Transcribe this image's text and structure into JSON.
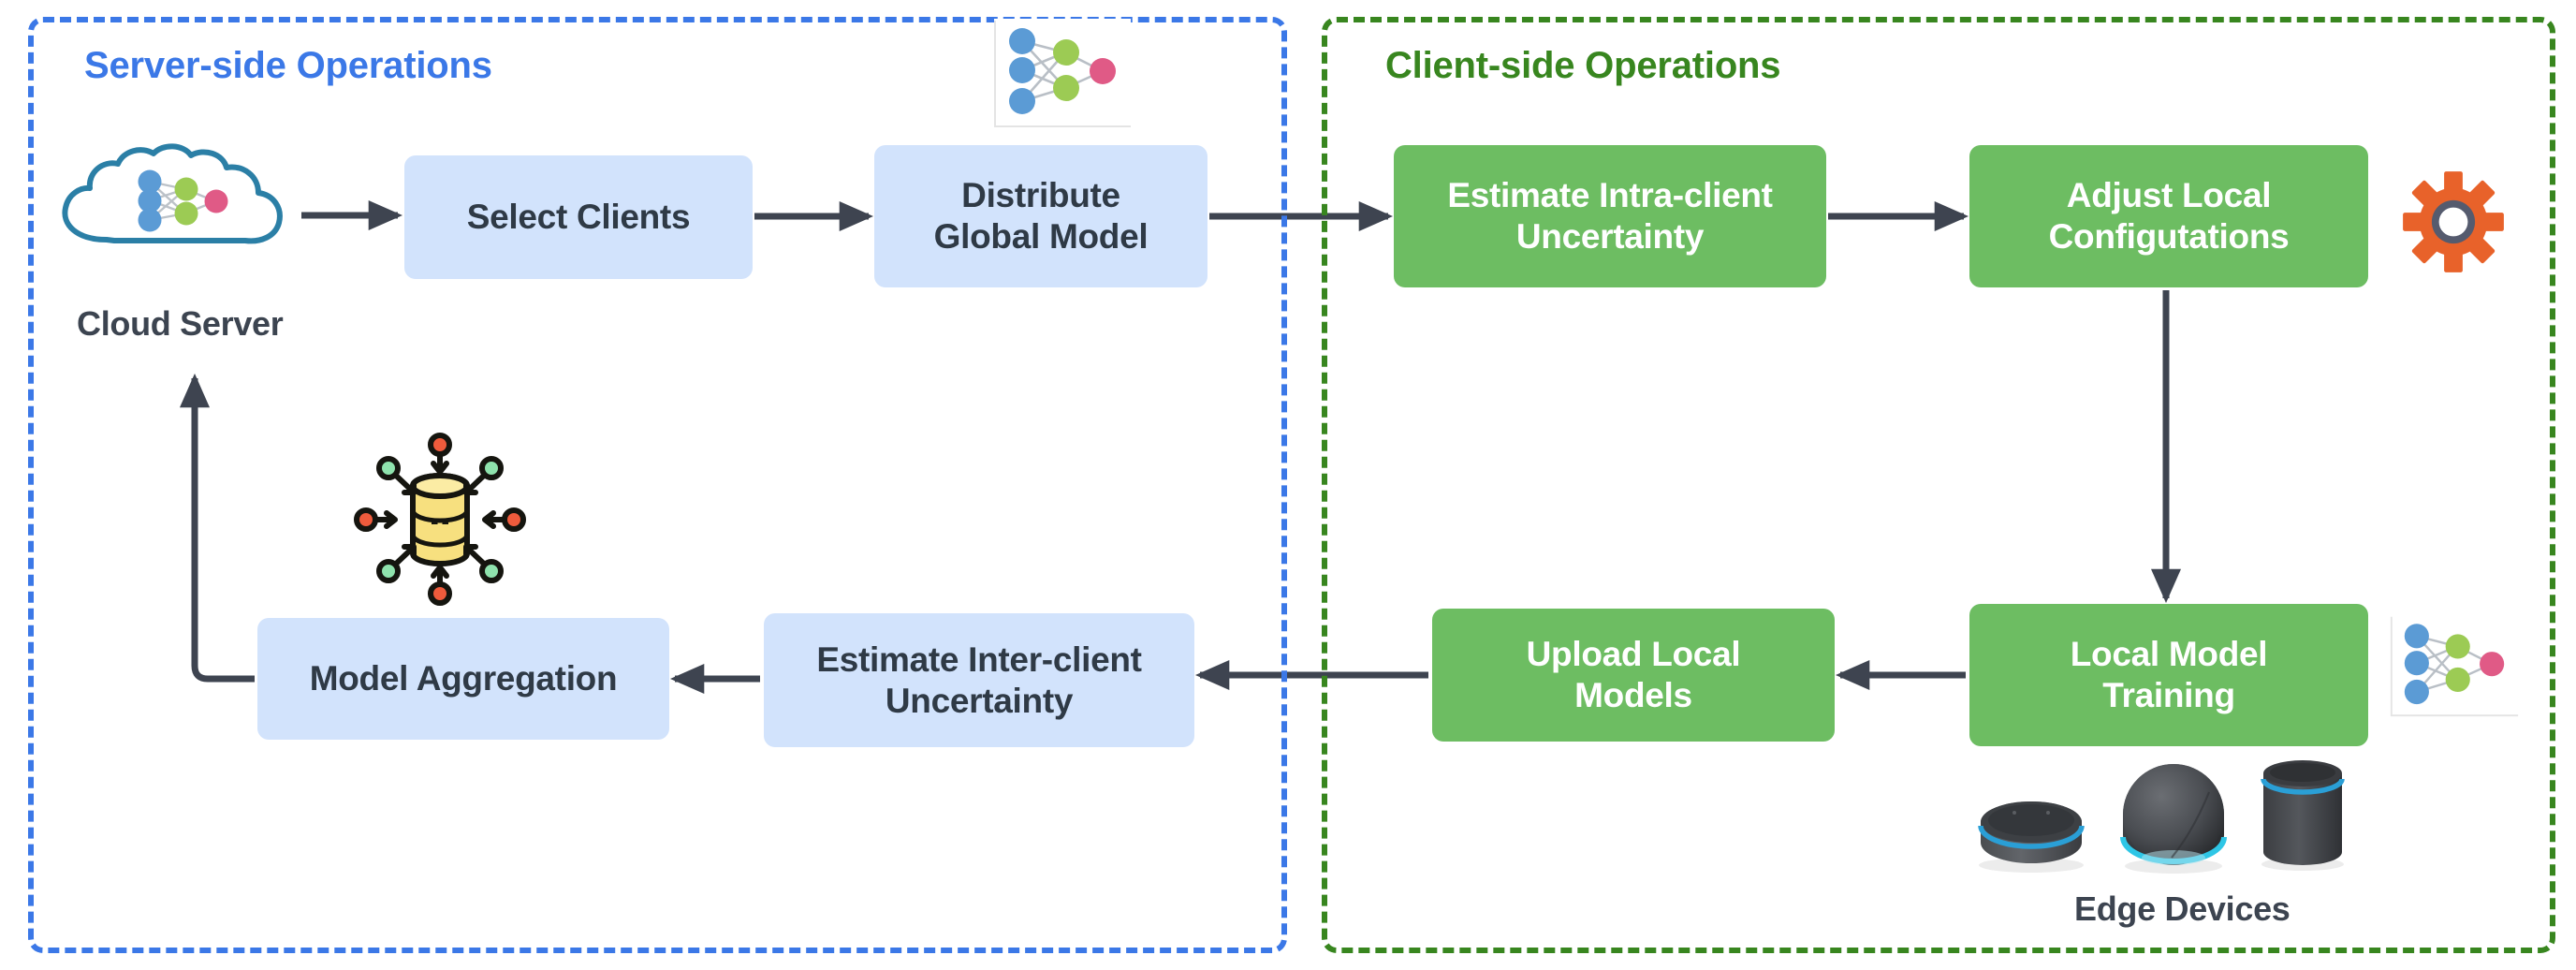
{
  "diagram": {
    "type": "flowchart",
    "description": "Federated learning workflow split into server-side and client-side operations"
  },
  "groups": [
    {
      "id": "server",
      "title": "Server-side Operations",
      "border_color": "#3b78e7",
      "title_color": "#3b78e7",
      "border_style": "dashed"
    },
    {
      "id": "client",
      "title": "Client-side Operations",
      "border_color": "#38861f",
      "title_color": "#38861f",
      "border_style": "dashed"
    }
  ],
  "palette": {
    "server_box_fill": "#d2e3fc",
    "server_box_text": "#2f3a46",
    "client_box_fill": "#6dbd62",
    "client_box_text": "#ffffff",
    "arrow_color": "#3e4450",
    "caption_color": "#3c4450",
    "gear_color": "#e8622a",
    "gear_inner_color": "#555b6e",
    "cloud_outline": "#2b7fa6",
    "nn_input_node": "#5b9bd5",
    "nn_hidden_node": "#9ccb54",
    "nn_output_node": "#e05a86",
    "database_fill": "#f7e07f",
    "agg_arrow_orange": "#ef5b3c",
    "agg_arrow_green": "#8fe3ad"
  },
  "nodes": {
    "select_clients": {
      "label": "Select Clients",
      "side": "server"
    },
    "distribute": {
      "label": "Distribute\nGlobal Model",
      "line1": "Distribute",
      "line2": "Global Model",
      "side": "server"
    },
    "intra": {
      "label": "Estimate Intra-client\nUncertainty",
      "line1": "Estimate Intra-client",
      "line2": "Uncertainty",
      "side": "client"
    },
    "adjust": {
      "label": "Adjust Local\nConfigutations",
      "line1": "Adjust Local",
      "line2": "Configutations",
      "side": "client"
    },
    "local_training": {
      "label": "Local Model\nTraining",
      "line1": "Local Model",
      "line2": "Training",
      "side": "client"
    },
    "upload": {
      "label": "Upload Local\nModels",
      "line1": "Upload Local",
      "line2": "Models",
      "side": "client"
    },
    "inter": {
      "label": "Estimate Inter-client\nUncertainty",
      "line1": "Estimate Inter-client",
      "line2": "Uncertainty",
      "side": "server"
    },
    "aggregation": {
      "label": "Model Aggregation",
      "side": "server"
    }
  },
  "captions": {
    "cloud_server": "Cloud Server",
    "edge_devices": "Edge Devices"
  },
  "icons": {
    "cloud_server": "cloud-neural-network-icon",
    "global_model": "neural-network-icon",
    "local_model": "neural-network-icon",
    "configuration": "gear-icon",
    "aggregation": "database-aggregation-icon",
    "edge_devices": "smart-speaker-devices-icon"
  },
  "edges": [
    {
      "from": "cloud_server",
      "to": "select_clients",
      "direction": "right"
    },
    {
      "from": "select_clients",
      "to": "distribute",
      "direction": "right"
    },
    {
      "from": "distribute",
      "to": "intra",
      "direction": "right"
    },
    {
      "from": "intra",
      "to": "adjust",
      "direction": "right"
    },
    {
      "from": "adjust",
      "to": "local_training",
      "direction": "down"
    },
    {
      "from": "local_training",
      "to": "upload",
      "direction": "left"
    },
    {
      "from": "upload",
      "to": "inter",
      "direction": "left"
    },
    {
      "from": "inter",
      "to": "aggregation",
      "direction": "left"
    },
    {
      "from": "aggregation",
      "to": "cloud_server",
      "direction": "up-left-elbow"
    }
  ]
}
